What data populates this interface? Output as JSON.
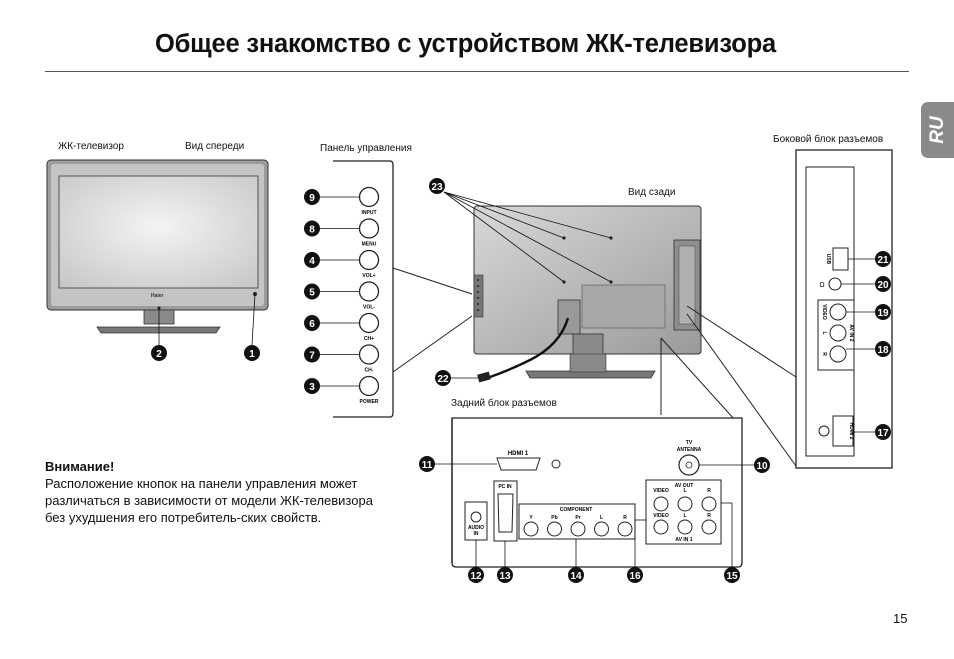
{
  "header": {
    "title": "Общее знакомство с устройством ЖК-телевизора",
    "lang_tab": "RU"
  },
  "captions": {
    "tv": "ЖК-телевизор",
    "front_view": "Вид спереди",
    "control_panel": "Панель управления",
    "side_block": "Боковой блок разъемов",
    "rear_view": "Вид сзади",
    "rear_block": "Задний блок разъемов"
  },
  "tv_front": {
    "brand": "Haier"
  },
  "control_buttons": [
    {
      "num": "9",
      "label": "INPUT"
    },
    {
      "num": "8",
      "label": "MENU"
    },
    {
      "num": "4",
      "label": "VOL+"
    },
    {
      "num": "5",
      "label": "VOL-"
    },
    {
      "num": "6",
      "label": "CH+"
    },
    {
      "num": "7",
      "label": "CH-"
    },
    {
      "num": "3",
      "label": "POWER"
    }
  ],
  "front_callouts": [
    "2",
    "1"
  ],
  "rear_callouts": [
    "23",
    "22"
  ],
  "side_panel": {
    "usb": "USB",
    "video": "VIDEO",
    "l": "L",
    "r": "R",
    "av_in2": "AV IN 2",
    "hdmi2": "HDMI 2",
    "callouts": [
      "21",
      "20",
      "19",
      "18",
      "17"
    ]
  },
  "rear_panel": {
    "hdmi1": "HDMI 1",
    "tv_antenna": [
      "TV",
      "ANTENNA"
    ],
    "pc_in": "PC IN",
    "audio_in": [
      "AUDIO",
      "IN"
    ],
    "component": "COMPONENT",
    "component_jacks": [
      "Y",
      "Pb",
      "Pr",
      "L",
      "R"
    ],
    "av_out": "AV OUT",
    "av_in1": "AV IN 1",
    "av_jacks": [
      "VIDEO",
      "L",
      "R"
    ],
    "callouts": [
      "11",
      "10",
      "12",
      "13",
      "14",
      "16",
      "15"
    ]
  },
  "note": {
    "title": "Внимание!",
    "text": "Расположение кнопок на панели управления может различаться в зависимости от модели ЖК-телевизора без ухудшения его потребитель-ских свойств."
  },
  "page_number": "15"
}
